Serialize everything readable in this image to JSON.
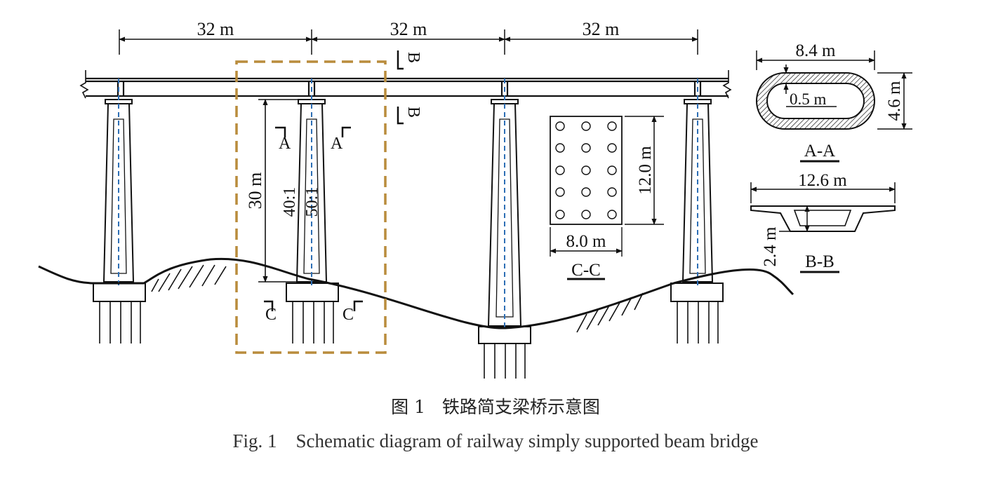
{
  "dimensions": {
    "span_1": "32 m",
    "span_2": "32 m",
    "span_3": "32 m",
    "pier_height": "30 m",
    "slope_outer": "40:1",
    "slope_inner": "50:1"
  },
  "section_marks": {
    "a": "A",
    "b": "B",
    "c": "C"
  },
  "section_aa": {
    "title": "A-A",
    "width": "8.4 m",
    "height": "4.6 m",
    "wall": "0.5 m"
  },
  "section_bb": {
    "title": "B-B",
    "width": "12.6 m",
    "height": "2.4 m"
  },
  "section_cc": {
    "title": "C-C",
    "width": "8.0 m",
    "height": "12.0 m"
  },
  "caption": {
    "zh": "图 1   铁路简支梁桥示意图",
    "en": "Fig. 1    Schematic diagram of railway simply supported beam bridge"
  },
  "colors": {
    "outline": "#111111",
    "pier_axis": "#2e6fb5",
    "highlight_box": "#b98c3c",
    "hatch": "#333333"
  }
}
